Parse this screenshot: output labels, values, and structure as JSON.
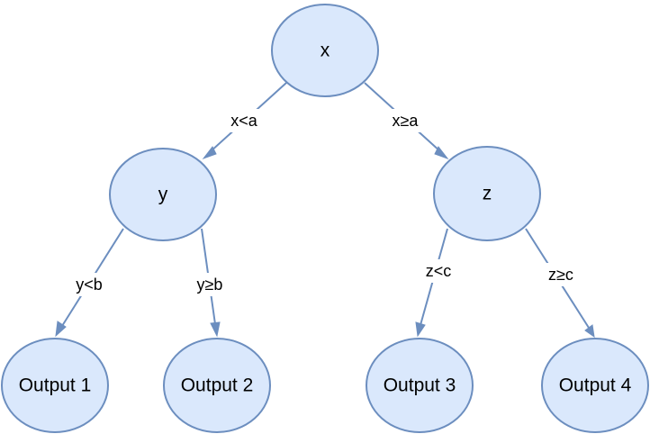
{
  "diagram": {
    "nodes": {
      "x": {
        "label": "x"
      },
      "y": {
        "label": "y"
      },
      "z": {
        "label": "z"
      },
      "output1": {
        "label": "Output 1"
      },
      "output2": {
        "label": "Output 2"
      },
      "output3": {
        "label": "Output 3"
      },
      "output4": {
        "label": "Output 4"
      }
    },
    "edges": {
      "x_to_y": {
        "from": "x",
        "to": "y",
        "label": "x<a"
      },
      "x_to_z": {
        "from": "x",
        "to": "z",
        "label": "x≥a"
      },
      "y_to_output1": {
        "from": "y",
        "to": "output1",
        "label": "y<b"
      },
      "y_to_output2": {
        "from": "y",
        "to": "output2",
        "label": "y≥b"
      },
      "z_to_output3": {
        "from": "z",
        "to": "output3",
        "label": "z<c"
      },
      "z_to_output4": {
        "from": "z",
        "to": "output4",
        "label": "z≥c"
      }
    },
    "colors": {
      "node_fill": "#dae8fc",
      "node_stroke": "#6c8ebf",
      "edge": "#6c8ebf"
    },
    "icons": {}
  }
}
